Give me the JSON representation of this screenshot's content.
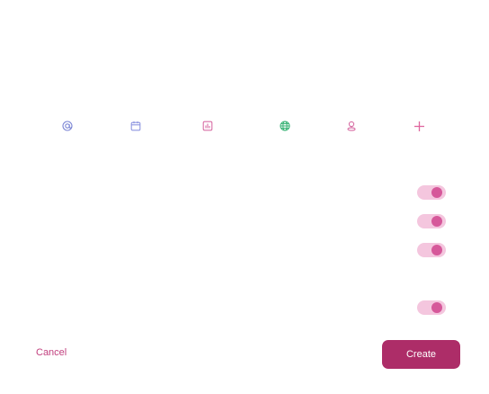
{
  "toolbar": {
    "icons": [
      {
        "name": "at-sign-icon",
        "color": "#7b85d4"
      },
      {
        "name": "calendar-icon",
        "color": "#8e95e0"
      },
      {
        "name": "bar-chart-icon",
        "color": "#d86fa5"
      },
      {
        "name": "globe-icon",
        "color": "#3fb57a"
      },
      {
        "name": "location-pin-icon",
        "color": "#d86fa5"
      },
      {
        "name": "plus-icon",
        "color": "#e0679f"
      }
    ]
  },
  "toggles": [
    {
      "state": "on"
    },
    {
      "state": "on"
    },
    {
      "state": "on"
    },
    {
      "state": "on"
    }
  ],
  "footer": {
    "cancel_label": "Cancel",
    "create_label": "Create"
  },
  "colors": {
    "accent": "#ad2d68",
    "toggle_track": "#f4c6de",
    "toggle_knob": "#d6589a",
    "link": "#c2407f"
  }
}
